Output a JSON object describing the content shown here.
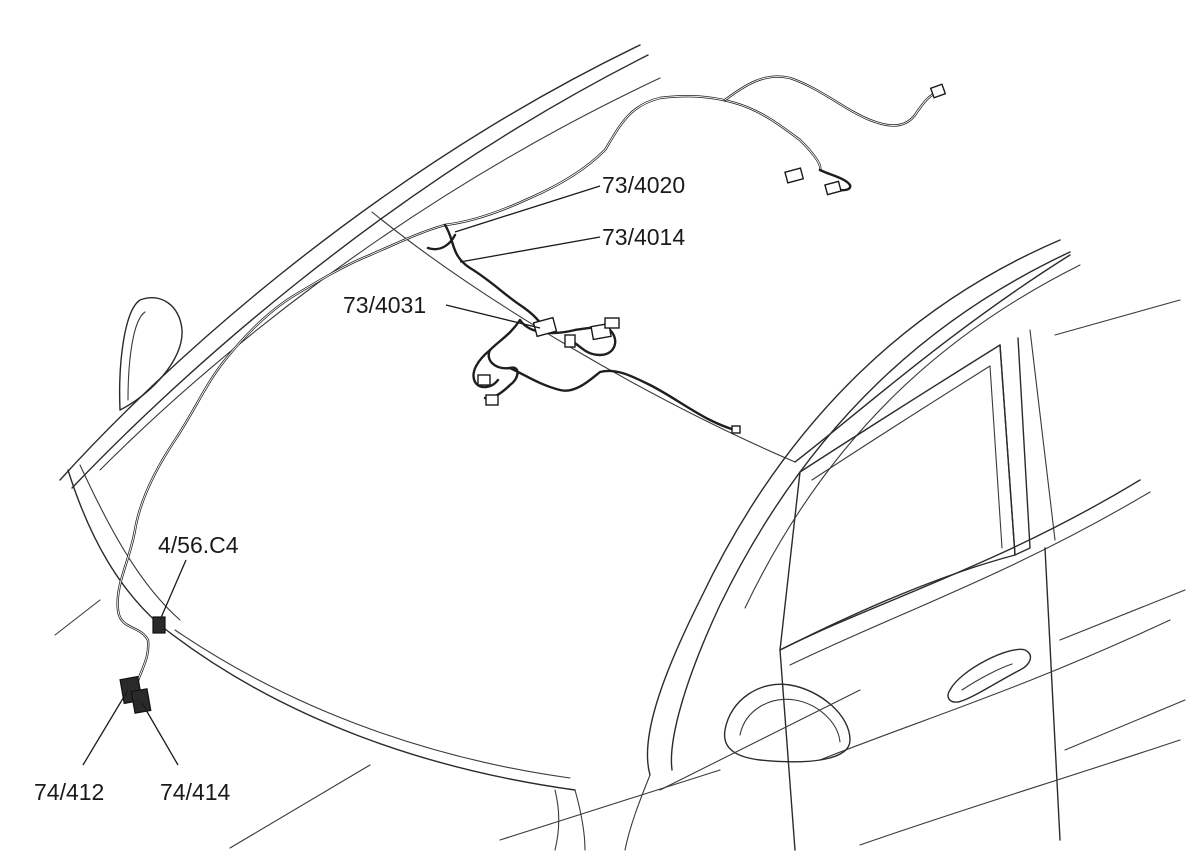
{
  "callouts": {
    "c_73_4020": "73/4020",
    "c_73_4014": "73/4014",
    "c_73_4031": "73/4031",
    "c_4_56_c4": "4/56.C4",
    "c_74_412": "74/412",
    "c_74_414": "74/414"
  },
  "colors": {
    "line": "#2b2b2b",
    "harness": "#1e1e1e",
    "background": "#ffffff"
  }
}
